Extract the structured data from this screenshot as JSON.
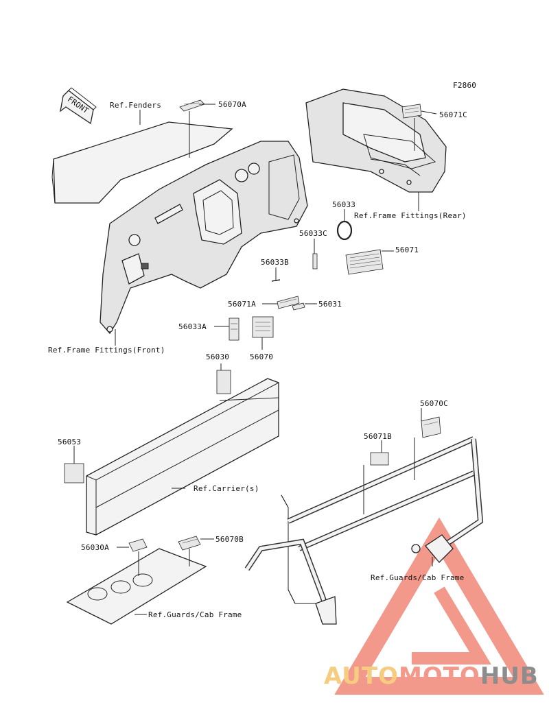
{
  "figure_code": "F2860",
  "front_arrow_text": "FRONT",
  "labels": {
    "ref_fenders": "Ref.Fenders",
    "p56070A": "56070A",
    "p56071C": "56071C",
    "p56033": "56033",
    "ref_frame_rear": "Ref.Frame Fittings(Rear)",
    "p56033C": "56033C",
    "p56071": "56071",
    "p56033B": "56033B",
    "p56071A": "56071A",
    "p56031": "56031",
    "p56033A": "56033A",
    "ref_frame_front": "Ref.Frame Fittings(Front)",
    "p56030": "56030",
    "p56070": "56070",
    "p56053": "56053",
    "p56070C": "56070C",
    "p56071B": "56071B",
    "ref_carrier": "Ref.Carrier(s)",
    "p56030A": "56030A",
    "p56070B": "56070B",
    "ref_guards_right": "Ref.Guards/Cab Frame",
    "ref_guards_left": "Ref.Guards/Cab Frame"
  },
  "watermark": {
    "part1": "AUTO",
    "part2": "MOTO",
    "part3": "HUB",
    "color1": "#f5c56b",
    "color2": "#f08878",
    "color3": "#7a7a7a",
    "triangle_color": "#f08878"
  }
}
